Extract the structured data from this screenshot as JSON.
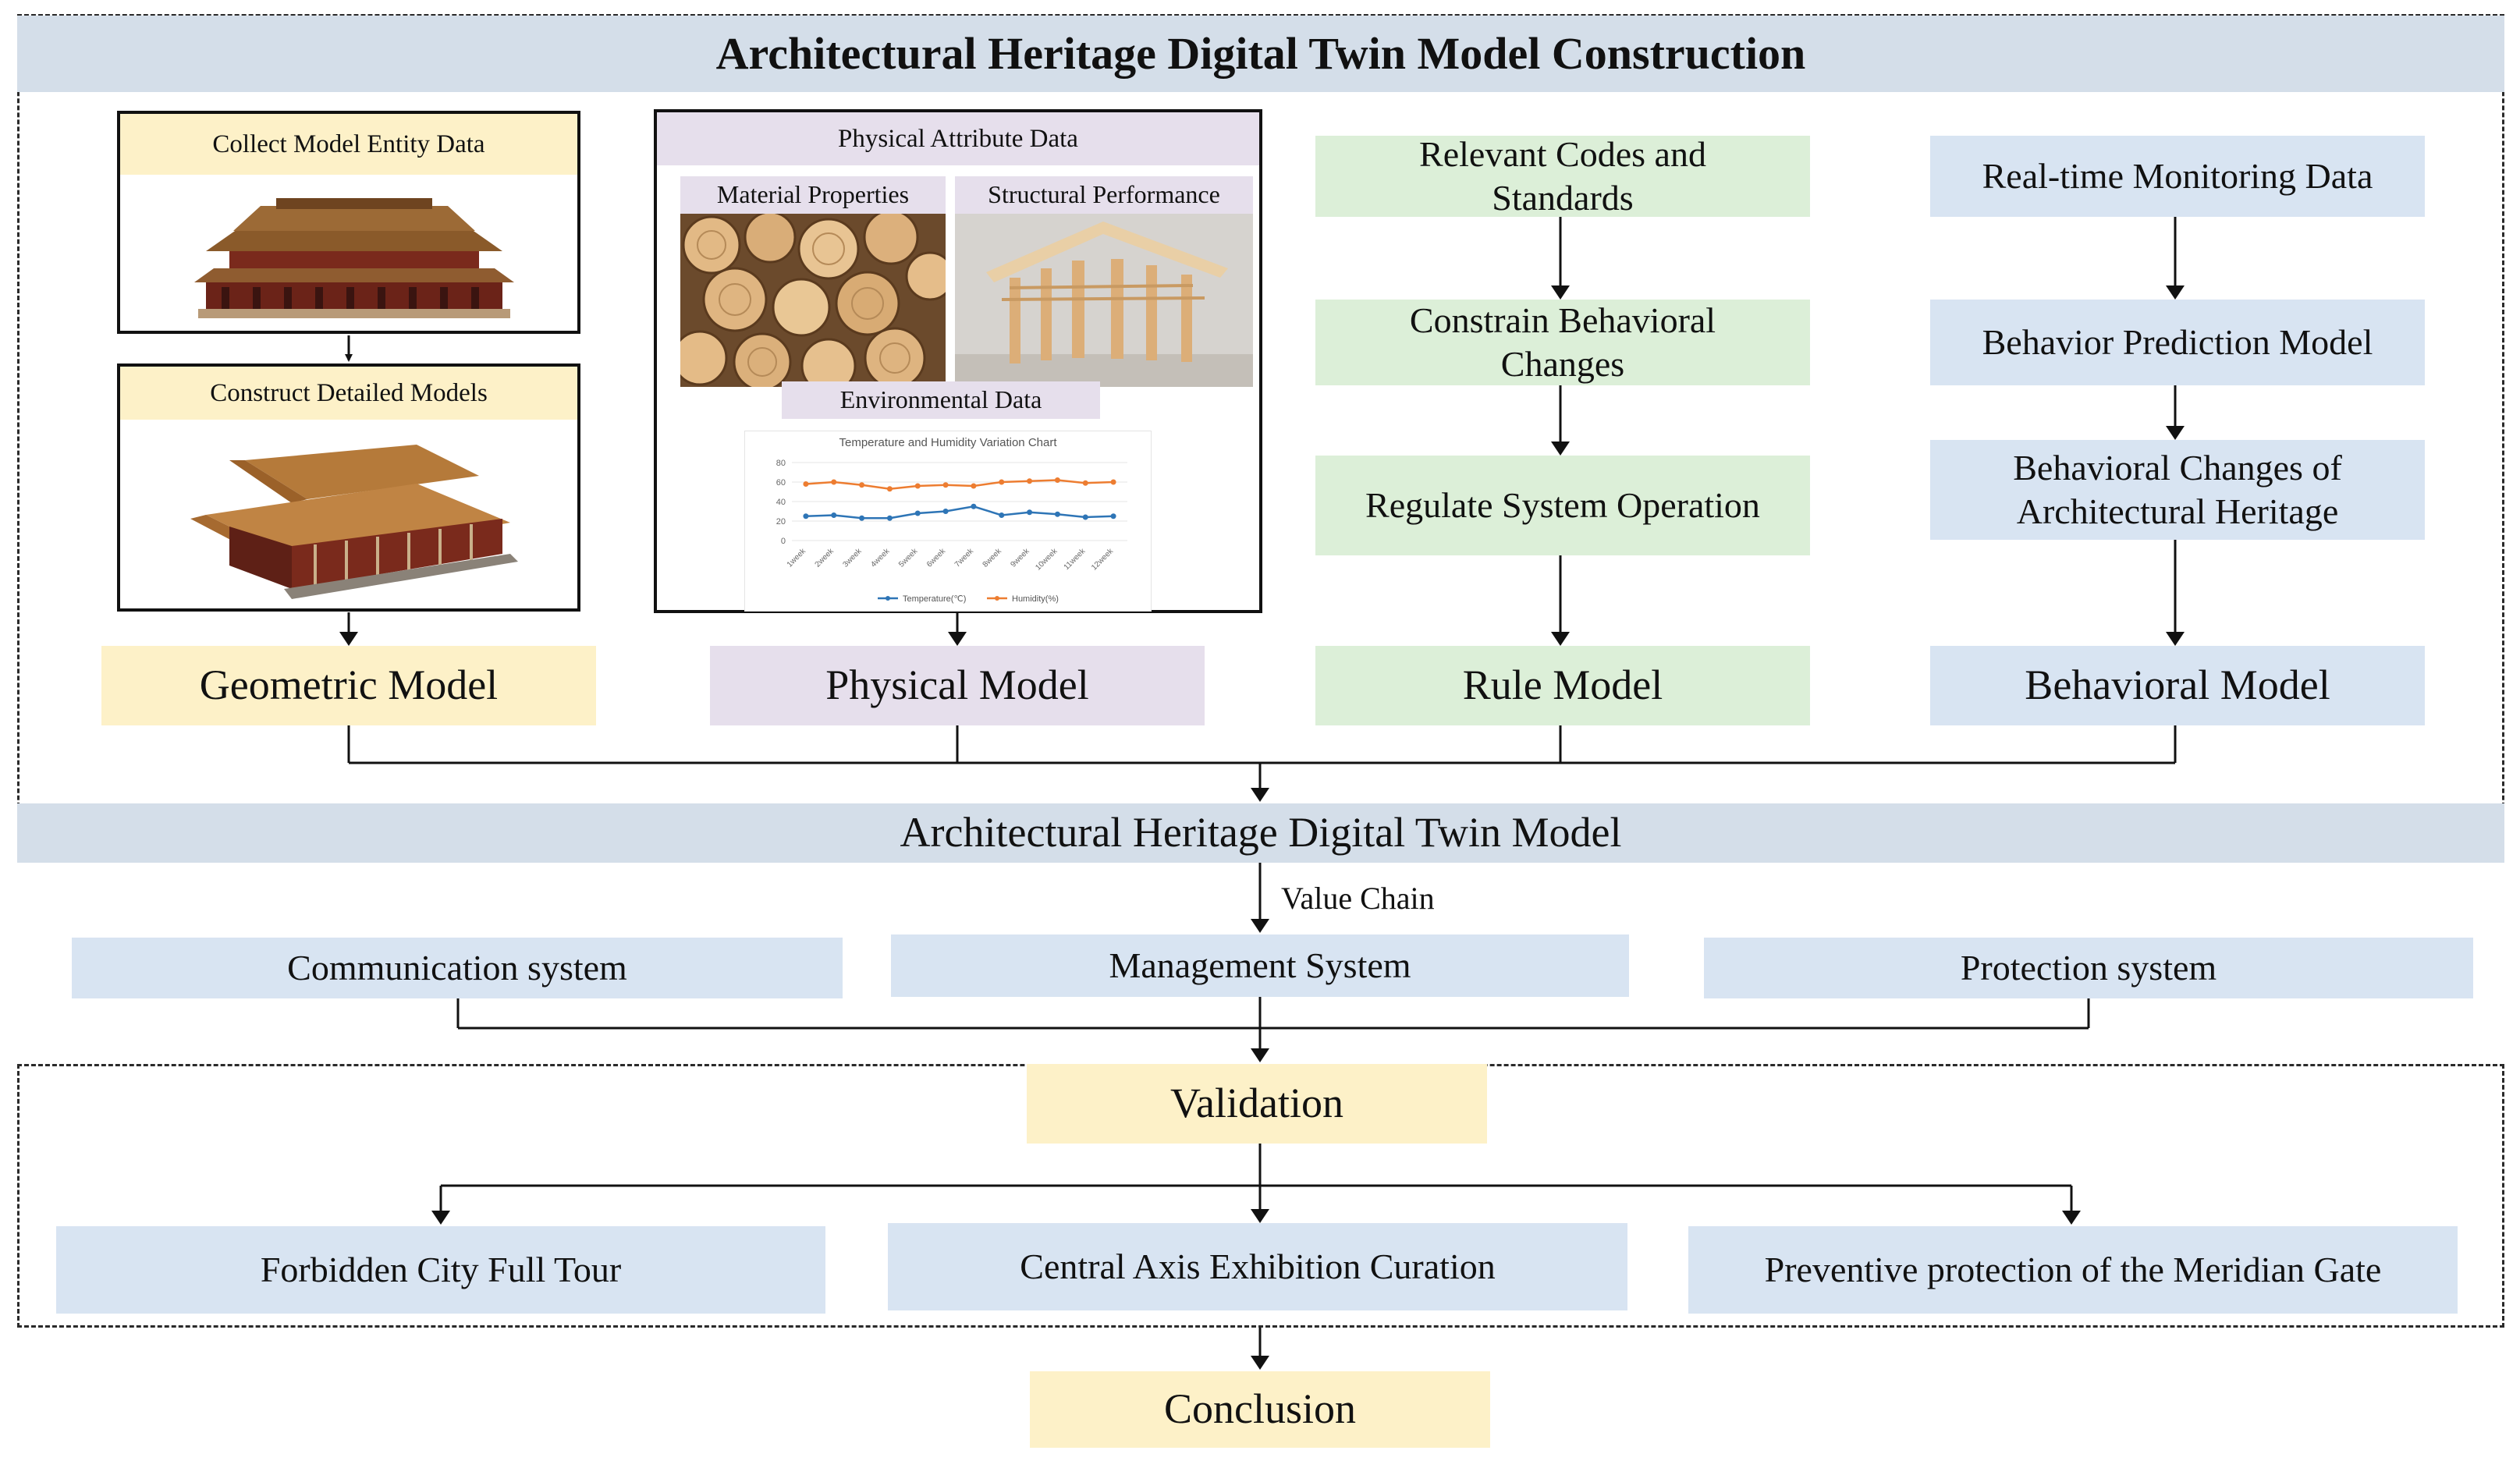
{
  "title": "Architectural Heritage Digital Twin Model Construction",
  "geometric": {
    "collect_label": "Collect Model Entity Data",
    "construct_label": "Construct Detailed Models",
    "model_label": "Geometric Model"
  },
  "physical": {
    "attr_label": "Physical Attribute Data",
    "material_label": "Material Properties",
    "structural_label": "Structural Performance",
    "env_label": "Environmental Data",
    "chart_title": "Temperature and Humidity Variation Chart",
    "model_label": "Physical Model"
  },
  "rule": {
    "codes_label": "Relevant Codes and Standards",
    "constrain_label": "Constrain Behavioral Changes",
    "regulate_label": "Regulate System Operation",
    "model_label": "Rule Model"
  },
  "behavioral": {
    "monitor_label": "Real-time Monitoring Data",
    "predict_label": "Behavior Prediction Model",
    "changes_label": "Behavioral Changes of Architectural Heritage",
    "model_label": "Behavioral Model"
  },
  "twin_label": "Architectural Heritage Digital Twin Model",
  "value_chain_label": "Value Chain",
  "systems": [
    "Communication system",
    "Management System",
    "Protection system"
  ],
  "validation_label": "Validation",
  "cases": [
    "Forbidden City Full Tour",
    "Central Axis Exhibition Curation",
    "Preventive protection of the Meridian Gate"
  ],
  "conclusion_label": "Conclusion",
  "chart_data": {
    "type": "line",
    "title": "Temperature and Humidity Variation Chart",
    "categories": [
      "1week",
      "2week",
      "3week",
      "4week",
      "5week",
      "6week",
      "7week",
      "8week",
      "9week",
      "10week",
      "11week",
      "12week"
    ],
    "ylim": [
      0,
      80
    ],
    "yticks": [
      0,
      20,
      40,
      60,
      80
    ],
    "series": [
      {
        "name": "Temperature(℃)",
        "color": "#2e75b6",
        "values": [
          25,
          26,
          23,
          23,
          28,
          30,
          35,
          26,
          29,
          27,
          24,
          25
        ]
      },
      {
        "name": "Humidity(%)",
        "color": "#ed7d31",
        "values": [
          58,
          60,
          57,
          53,
          56,
          57,
          56,
          60,
          61,
          62,
          59,
          60
        ]
      }
    ]
  }
}
